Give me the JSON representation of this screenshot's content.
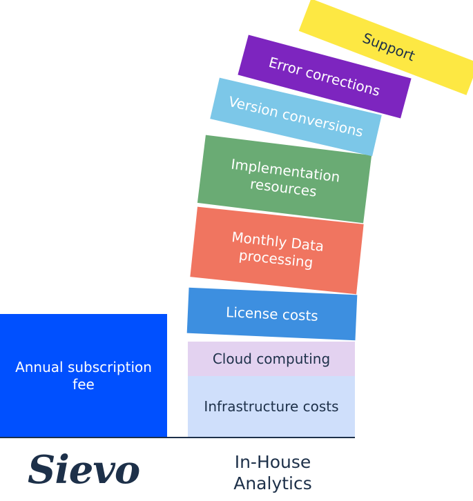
{
  "sievo": {
    "logo_text": "Sievo",
    "block_label": "Annual subscription fee"
  },
  "inhouse": {
    "label": "In-House Analytics",
    "blocks": {
      "infrastructure": "Infrastructure costs",
      "cloud": "Cloud computing",
      "license": "License costs",
      "monthly": "Monthly Data processing",
      "implementation": "Implementation resources",
      "version": "Version conversions",
      "error": "Error corrections",
      "support": "Support"
    }
  },
  "colors": {
    "sievo_blue": "#0050ff",
    "navy": "#1d3049",
    "infrastructure": "#cfdffb",
    "cloud": "#e3d2f0",
    "license": "#3d8fe0",
    "monthly": "#f07560",
    "implementation": "#6aab74",
    "version": "#7cc7e8",
    "error": "#7d25bf",
    "support": "#fde843"
  }
}
